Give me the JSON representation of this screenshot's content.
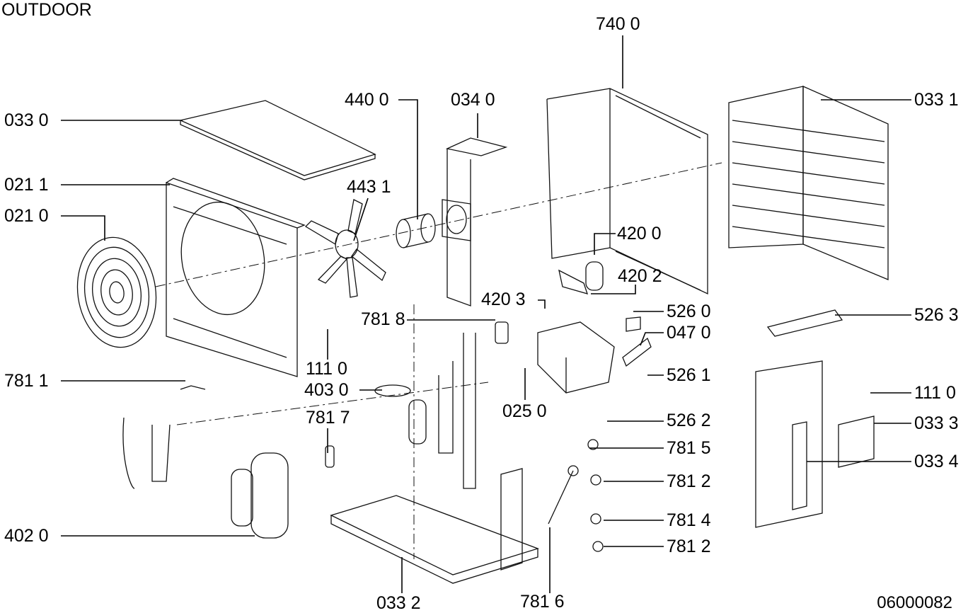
{
  "title": "OUTDOOR",
  "drawing_number": "06000082",
  "callouts": [
    {
      "id": "c-7400",
      "text": "740 0"
    },
    {
      "id": "c-4400",
      "text": "440 0"
    },
    {
      "id": "c-0340",
      "text": "034 0"
    },
    {
      "id": "c-0331",
      "text": "033 1"
    },
    {
      "id": "c-0330",
      "text": "033 0"
    },
    {
      "id": "c-0211",
      "text": "021 1"
    },
    {
      "id": "c-4431",
      "text": "443 1"
    },
    {
      "id": "c-0210",
      "text": "021 0"
    },
    {
      "id": "c-4200",
      "text": "420 0"
    },
    {
      "id": "c-4202",
      "text": "420 2"
    },
    {
      "id": "c-4203",
      "text": "420 3"
    },
    {
      "id": "c-7818",
      "text": "781 8"
    },
    {
      "id": "c-5260",
      "text": "526 0"
    },
    {
      "id": "c-5263",
      "text": "526 3"
    },
    {
      "id": "c-0470",
      "text": "047 0"
    },
    {
      "id": "c-1110a",
      "text": "111 0"
    },
    {
      "id": "c-5261",
      "text": "526 1"
    },
    {
      "id": "c-7811",
      "text": "781 1"
    },
    {
      "id": "c-4030",
      "text": "403 0"
    },
    {
      "id": "c-0250",
      "text": "025 0"
    },
    {
      "id": "c-1110b",
      "text": "111 0"
    },
    {
      "id": "c-7817",
      "text": "781 7"
    },
    {
      "id": "c-5262",
      "text": "526 2"
    },
    {
      "id": "c-0333",
      "text": "033 3"
    },
    {
      "id": "c-7815",
      "text": "781 5"
    },
    {
      "id": "c-0334",
      "text": "033 4"
    },
    {
      "id": "c-7812a",
      "text": "781 2"
    },
    {
      "id": "c-4020",
      "text": "402 0"
    },
    {
      "id": "c-7814",
      "text": "781 4"
    },
    {
      "id": "c-7812b",
      "text": "781 2"
    },
    {
      "id": "c-0332",
      "text": "033 2"
    },
    {
      "id": "c-7816",
      "text": "781 6"
    }
  ]
}
